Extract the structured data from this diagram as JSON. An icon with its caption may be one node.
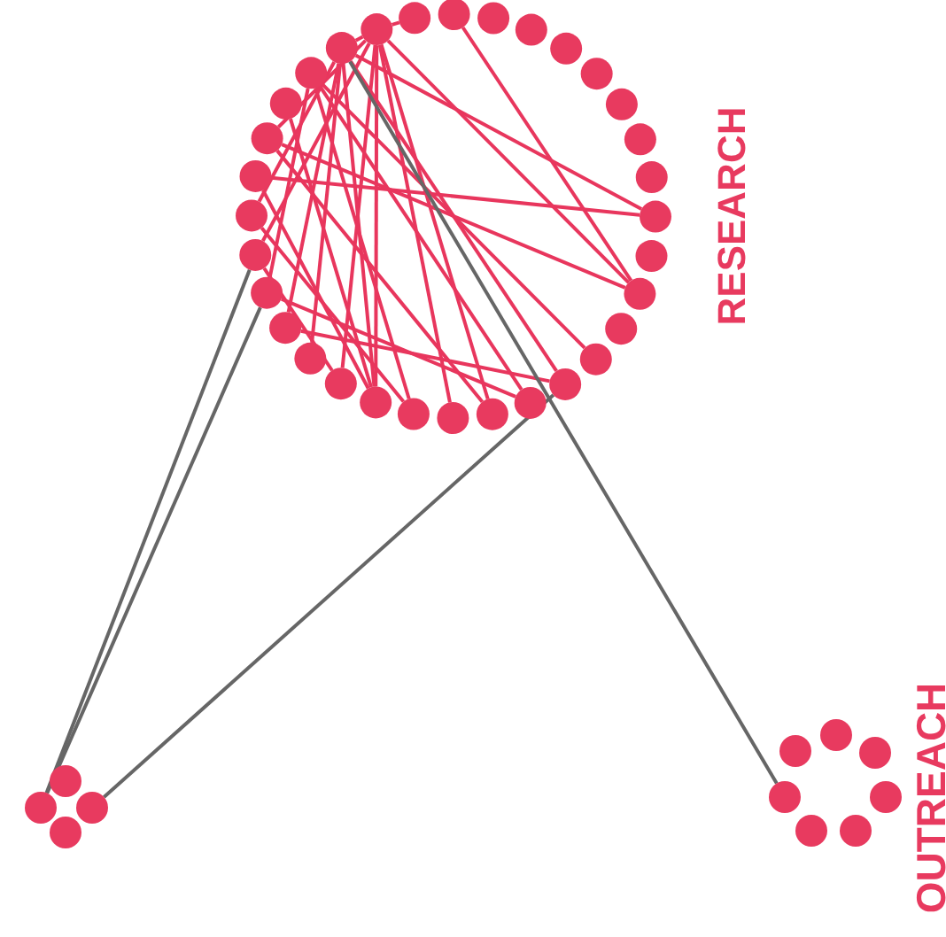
{
  "diagram": {
    "nodes": [
      {
        "text": [],
        "shape": "circle"
      },
      {
        "text": [],
        "shape": "circle"
      },
      {
        "text": [],
        "shape": "circle"
      },
      {
        "text": [],
        "shape": "circle"
      },
      {
        "text": [],
        "shape": "circle"
      },
      {
        "text": [],
        "shape": "circle"
      },
      {
        "text": [],
        "shape": "circle"
      },
      {
        "text": [],
        "shape": "circle"
      },
      {
        "text": [],
        "shape": "circle"
      },
      {
        "text": [],
        "shape": "circle"
      },
      {
        "text": [],
        "shape": "circle"
      },
      {
        "text": [],
        "shape": "circle"
      },
      {
        "text": [],
        "shape": "circle"
      },
      {
        "text": [],
        "shape": "circle"
      },
      {
        "text": [],
        "shape": "circle"
      },
      {
        "text": [],
        "shape": "circle"
      },
      {
        "text": [],
        "shape": "circle"
      },
      {
        "text": [],
        "shape": "circle"
      },
      {
        "text": [],
        "shape": "circle"
      },
      {
        "text": [],
        "shape": "circle"
      },
      {
        "text": [],
        "shape": "circle"
      },
      {
        "text": [],
        "shape": "circle"
      },
      {
        "text": [],
        "shape": "circle"
      },
      {
        "text": [],
        "shape": "circle"
      },
      {
        "text": [],
        "shape": "circle"
      },
      {
        "text": [],
        "shape": "circle"
      },
      {
        "text": [],
        "shape": "circle"
      },
      {
        "text": [],
        "shape": "circle"
      },
      {
        "text": [],
        "shape": "circle"
      },
      {
        "text": [],
        "shape": "circle"
      },
      {
        "text": [],
        "shape": "circle"
      },
      {
        "text": [],
        "shape": "circle"
      },
      {
        "text": [],
        "shape": "circle"
      },
      {
        "text": [],
        "shape": "circle"
      },
      {
        "text": [],
        "shape": "circle"
      },
      {
        "text": [],
        "shape": "circle"
      },
      {
        "text": [],
        "shape": "circle"
      },
      {
        "text": [],
        "shape": "circle"
      },
      {
        "text": [],
        "shape": "circle"
      },
      {
        "text": [],
        "shape": "circle"
      },
      {
        "text": [],
        "shape": "circle"
      },
      {
        "text": [],
        "shape": "circle"
      },
      {
        "text": [],
        "shape": "circle"
      }
    ],
    "edges": [
      {
        "from": 31,
        "to": 10,
        "arrow": "none"
      },
      {
        "from": 0,
        "to": 12,
        "arrow": "none"
      },
      {
        "from": 2,
        "to": 12,
        "arrow": "none"
      },
      {
        "from": 27,
        "to": 10,
        "arrow": "none"
      },
      {
        "from": 31,
        "to": 15,
        "arrow": "none"
      },
      {
        "from": 23,
        "to": 15,
        "arrow": "none"
      },
      {
        "from": 0,
        "to": 20,
        "arrow": "none"
      },
      {
        "from": 0,
        "to": 21,
        "arrow": "none"
      },
      {
        "from": 31,
        "to": 20,
        "arrow": "none"
      },
      {
        "from": 31,
        "to": 22,
        "arrow": "none"
      },
      {
        "from": 30,
        "to": 19,
        "arrow": "none"
      },
      {
        "from": 0,
        "to": 17,
        "arrow": "none"
      },
      {
        "from": 1,
        "to": 0,
        "arrow": "none"
      },
      {
        "from": 30,
        "to": 16,
        "arrow": "none"
      },
      {
        "from": 31,
        "to": 26,
        "arrow": "none"
      },
      {
        "from": 0,
        "to": 25,
        "arrow": "none"
      },
      {
        "from": 30,
        "to": 24,
        "arrow": "none"
      },
      {
        "from": 31,
        "to": 23,
        "arrow": "none"
      },
      {
        "from": 0,
        "to": 28,
        "arrow": "none"
      },
      {
        "from": 29,
        "to": 20,
        "arrow": "none"
      },
      {
        "from": 27,
        "to": 20,
        "arrow": "none"
      },
      {
        "from": 26,
        "to": 19,
        "arrow": "none"
      },
      {
        "from": 28,
        "to": 17,
        "arrow": "none"
      },
      {
        "from": 30,
        "to": 14,
        "arrow": "none"
      },
      {
        "from": 0,
        "to": 31,
        "arrow": "none"
      },
      {
        "from": 25,
        "to": 21,
        "arrow": "none"
      },
      {
        "from": 24,
        "to": 16,
        "arrow": "none"
      },
      {
        "from": 0,
        "to": 18,
        "arrow": "none"
      },
      {
        "from": 28,
        "to": 12,
        "arrow": "none"
      },
      {
        "from": 33,
        "to": 24,
        "arrow": "none",
        "color": "#666666"
      },
      {
        "from": 33,
        "to": 25,
        "arrow": "none",
        "color": "#666666"
      },
      {
        "from": 34,
        "to": 15,
        "arrow": "none",
        "color": "#666666"
      },
      {
        "from": 31,
        "to": 39,
        "arrow": "none",
        "color": "#666666"
      }
    ],
    "labels": [
      "RESEARCH",
      "OUTREACH"
    ]
  }
}
